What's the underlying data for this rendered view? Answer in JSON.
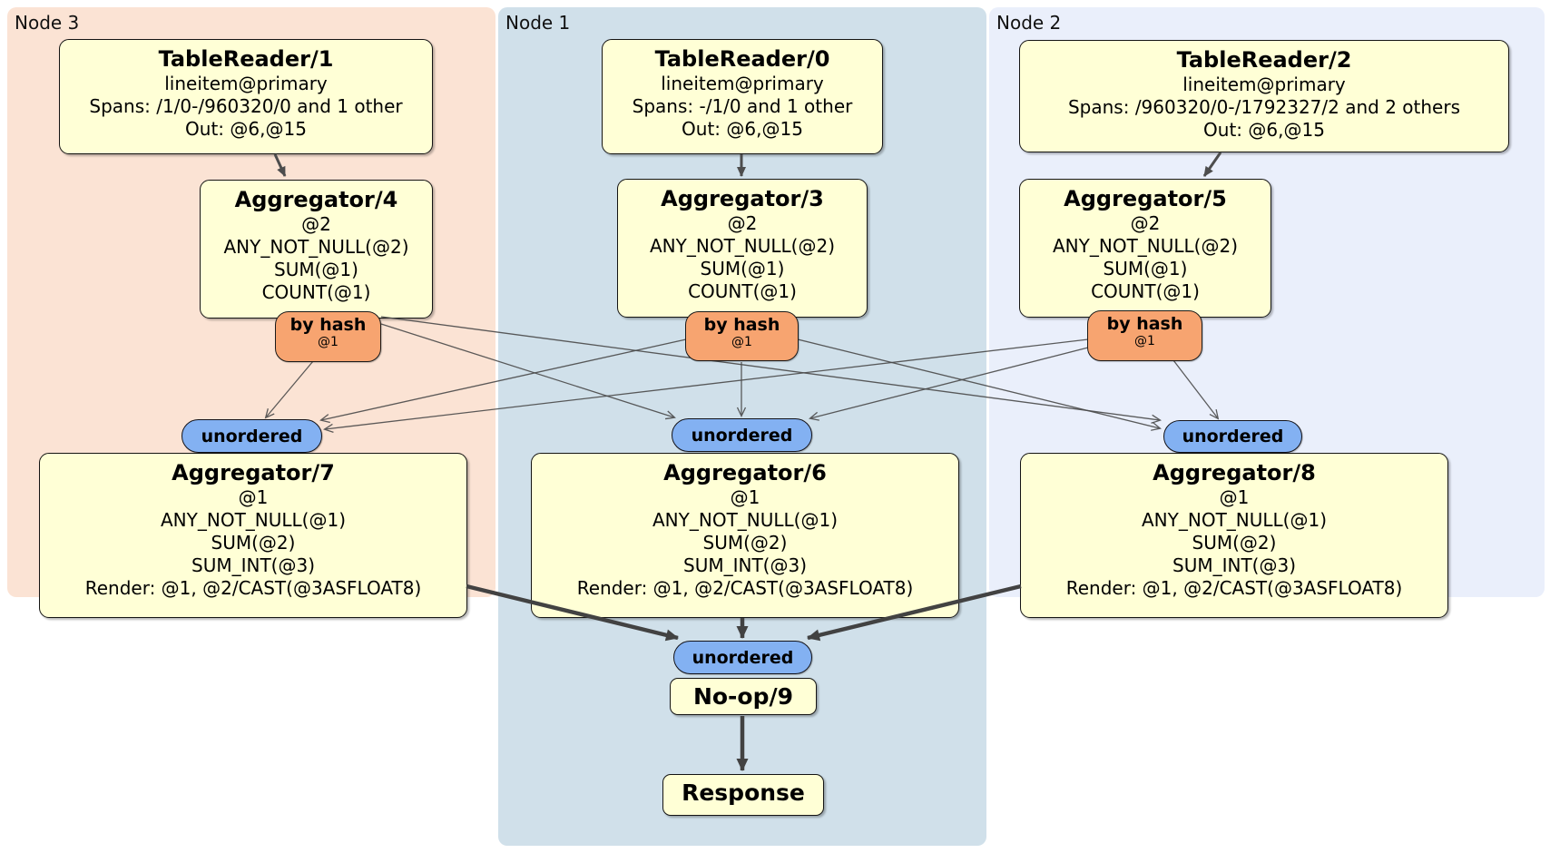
{
  "diagram": {
    "panels": [
      {
        "id": "node3",
        "label": "Node 3"
      },
      {
        "id": "node1",
        "label": "Node 1"
      },
      {
        "id": "node2",
        "label": "Node 2"
      }
    ],
    "processors": [
      {
        "id": "tablereader-1",
        "panel": "node3",
        "title": "TableReader/1",
        "lines": [
          "lineitem@primary",
          "Spans: /1/0-/960320/0 and 1 other",
          "Out: @6,@15"
        ]
      },
      {
        "id": "aggregator-4",
        "panel": "node3",
        "title": "Aggregator/4",
        "lines": [
          "@2",
          "ANY_NOT_NULL(@2)",
          "SUM(@1)",
          "COUNT(@1)"
        ]
      },
      {
        "id": "tablereader-0",
        "panel": "node1",
        "title": "TableReader/0",
        "lines": [
          "lineitem@primary",
          "Spans: -/1/0 and 1 other",
          "Out: @6,@15"
        ]
      },
      {
        "id": "aggregator-3",
        "panel": "node1",
        "title": "Aggregator/3",
        "lines": [
          "@2",
          "ANY_NOT_NULL(@2)",
          "SUM(@1)",
          "COUNT(@1)"
        ]
      },
      {
        "id": "tablereader-2",
        "panel": "node2",
        "title": "TableReader/2",
        "lines": [
          "lineitem@primary",
          "Spans: /960320/0-/1792327/2 and 2 others",
          "Out: @6,@15"
        ]
      },
      {
        "id": "aggregator-5",
        "panel": "node2",
        "title": "Aggregator/5",
        "lines": [
          "@2",
          "ANY_NOT_NULL(@2)",
          "SUM(@1)",
          "COUNT(@1)"
        ]
      },
      {
        "id": "aggregator-7",
        "panel": "node3",
        "title": "Aggregator/7",
        "lines": [
          "@1",
          "ANY_NOT_NULL(@1)",
          "SUM(@2)",
          "SUM_INT(@3)",
          "Render: @1, @2/CAST(@3ASFLOAT8)"
        ]
      },
      {
        "id": "aggregator-6",
        "panel": "node1",
        "title": "Aggregator/6",
        "lines": [
          "@1",
          "ANY_NOT_NULL(@1)",
          "SUM(@2)",
          "SUM_INT(@3)",
          "Render: @1, @2/CAST(@3ASFLOAT8)"
        ]
      },
      {
        "id": "aggregator-8",
        "panel": "node2",
        "title": "Aggregator/8",
        "lines": [
          "@1",
          "ANY_NOT_NULL(@1)",
          "SUM(@2)",
          "SUM_INT(@3)",
          "Render: @1, @2/CAST(@3ASFLOAT8)"
        ]
      },
      {
        "id": "no-op-9",
        "panel": "node1",
        "title": "No-op/9",
        "lines": []
      },
      {
        "id": "response",
        "panel": "node1",
        "title": "Response",
        "lines": []
      }
    ],
    "routers": [
      {
        "id": "by-hash-4",
        "label": "by hash",
        "detail": "@1"
      },
      {
        "id": "by-hash-3",
        "label": "by hash",
        "detail": "@1"
      },
      {
        "id": "by-hash-5",
        "label": "by hash",
        "detail": "@1"
      }
    ],
    "syncs": [
      {
        "id": "unordered-7",
        "label": "unordered"
      },
      {
        "id": "unordered-6",
        "label": "unordered"
      },
      {
        "id": "unordered-8",
        "label": "unordered"
      },
      {
        "id": "unordered-9",
        "label": "unordered"
      }
    ],
    "colors": {
      "panel_node3": "#fbe3d4",
      "panel_node1": "#d0e0ea",
      "panel_node2": "#eaeffb",
      "processor_fill": "#ffffd6",
      "router_fill": "#f7a470",
      "sync_fill": "#83b1f2",
      "edge": "#4a4a4a"
    }
  }
}
